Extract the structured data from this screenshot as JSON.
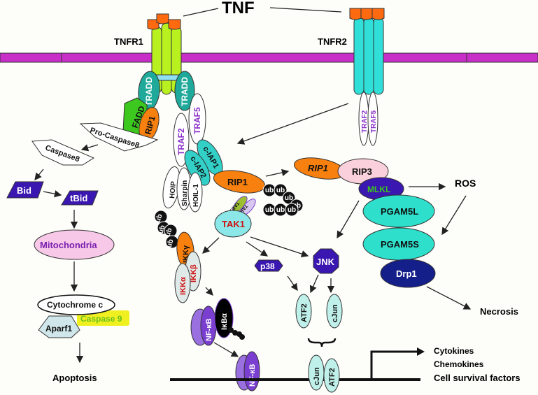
{
  "title": "TNF",
  "receptors": {
    "tnfr1": "TNFR1",
    "tnfr2": "TNFR2"
  },
  "proteins": {
    "tradd_left": "TRADD",
    "tradd_right": "TRADD",
    "fadd": "FADD",
    "rip1_complex2": "RIP1",
    "traf2": "TRAF2",
    "traf5": "TRAF5",
    "traf2_r2": "TRAF2",
    "traf5_r2": "TRAF5",
    "ciap1": "c-IAP1",
    "ciap2": "c-IAP2",
    "hoip": "HOIP",
    "sharpin": "Sharpin",
    "hoil1": "HOIL-1",
    "rip1_main": "RIP1",
    "tab1": "TAB1",
    "tab2": "TAB2",
    "tak1": "TAK1",
    "ikkg": "IKKγ",
    "ikkb": "IKKβ",
    "ikka": "IKKα",
    "nfkb_cyto": "NF-κB",
    "ikba": "IκBα",
    "nfkb_nuc": "NF-κB",
    "p38": "p38",
    "jnk": "JNK",
    "atf2": "ATF2",
    "cjun": "cJun",
    "cjun_dna": "cJun",
    "atf2_dna": "ATF2",
    "rip1_necro": "RIP1",
    "rip3": "RIP3",
    "mlkl": "MLKL",
    "pgam5l": "PGAM5L",
    "pgam5s": "PGAM5S",
    "drp1": "Drp1",
    "ros": "ROS",
    "procaspase8": "Pro-Caspase8",
    "caspase8": "Caspase8",
    "bid": "Bid",
    "tbid": "tBid",
    "mitochondria": "Mitochondria",
    "cytochrome_c": "Cytochrome c",
    "aparf1": "Aparf1",
    "caspase9": "Caspase 9",
    "ub": "ub"
  },
  "outcomes": {
    "apoptosis": "Apoptosis",
    "necrosis": "Necrosis",
    "genes": [
      "Cytokines",
      "Chemokines",
      "Cell survival factors"
    ]
  },
  "colors": {
    "membrane": "#c82ec8",
    "tnf": "#ff6a10",
    "tnfr1": "#b8f020",
    "tnfr2": "#30e0d8",
    "tradd": "#1fa99a",
    "fadd": "#3cc81e",
    "rip1": "#f7800e",
    "ciap": "#33d0c8",
    "tak1": "#8ce8e8",
    "purple": "#3a17b0",
    "nfkb": "#7a3fd0",
    "pgam5": "#2ee0cc",
    "drp1": "#141f8a",
    "mitochondria": "#f8c8e8",
    "caspase9": "#f0f020",
    "red_text": "#d01010",
    "traf_text": "#8a2ec8"
  }
}
